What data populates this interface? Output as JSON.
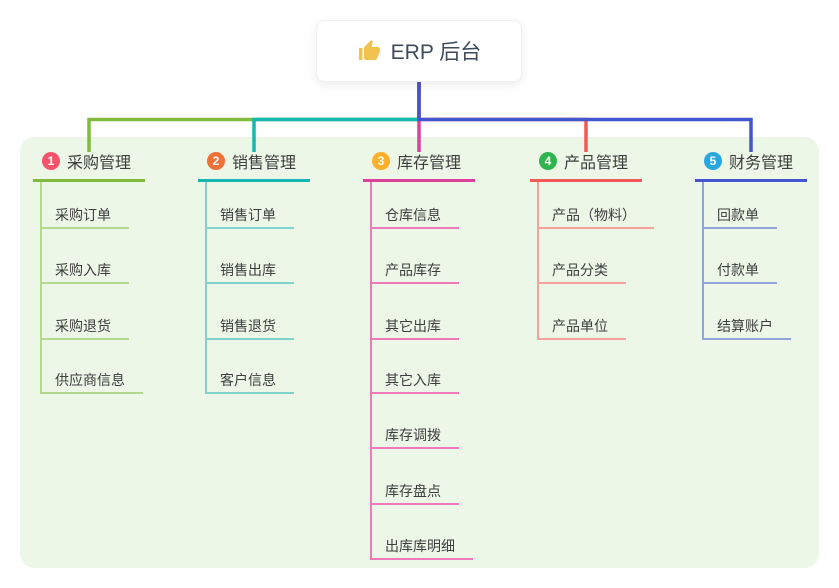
{
  "root": {
    "icon": "thumbs-up-icon",
    "label": "ERP 后台"
  },
  "branches": [
    {
      "index": "1",
      "label": "采购管理",
      "color": "#82ba3f",
      "color_light": "#b4d98c",
      "badge_color": "#f4536a",
      "children": [
        "采购订单",
        "采购入库",
        "采购退货",
        "供应商信息"
      ]
    },
    {
      "index": "2",
      "label": "销售管理",
      "color": "#14b8b0",
      "color_light": "#80d2cb",
      "badge_color": "#ef7138",
      "children": [
        "销售订单",
        "销售出库",
        "销售退货",
        "客户信息"
      ]
    },
    {
      "index": "3",
      "label": "库存管理",
      "color": "#dc419c",
      "color_light": "#ef7ab9",
      "badge_color": "#ffb02b",
      "children": [
        "仓库信息",
        "产品库存",
        "其它出库",
        "其它入库",
        "库存调拨",
        "库存盘点",
        "出库库明细"
      ]
    },
    {
      "index": "4",
      "label": "产品管理",
      "color": "#f25955",
      "color_light": "#f5a29d",
      "badge_color": "#31b450",
      "children": [
        "产品（物料）",
        "产品分类",
        "产品单位"
      ]
    },
    {
      "index": "5",
      "label": "财务管理",
      "color": "#4456cf",
      "color_light": "#8fa2de",
      "badge_color": "#29a7df",
      "children": [
        "回款单",
        "付款单",
        "结算账户"
      ]
    }
  ],
  "colors": {
    "canvas": "#ffffff",
    "panel": "#edf7e8",
    "text": "#3d3d3d",
    "root_text": "#3f4a5a",
    "thumb": "#f2c14e"
  }
}
